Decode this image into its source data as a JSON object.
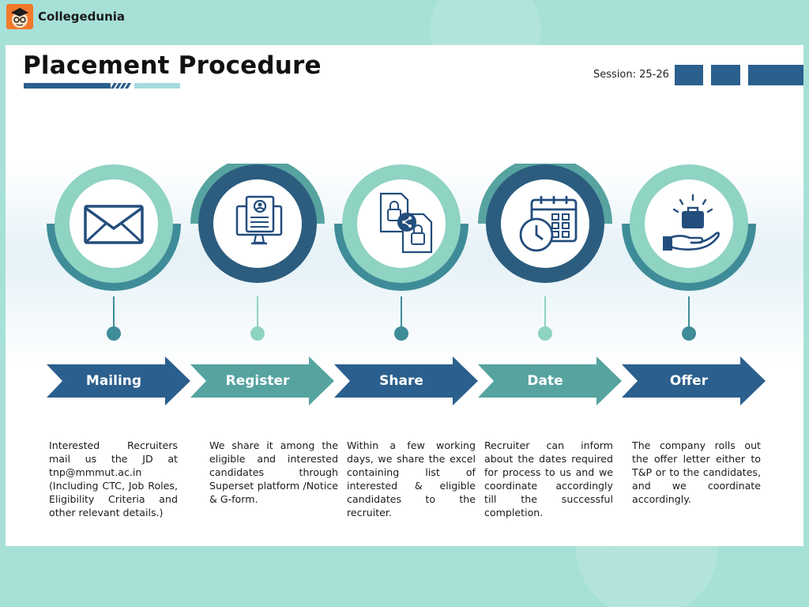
{
  "brand": {
    "name": "Collegedunia"
  },
  "header": {
    "title": "Placement Procedure",
    "session": "Session: 25-26"
  },
  "colors": {
    "navy": "#2b5f8d",
    "teal": "#56a3a0",
    "mint": "#8fd3c2",
    "ring_dark": "#3f8c99",
    "background": "#a6e0d6"
  },
  "steps": [
    {
      "label": "Mailing",
      "icon": "envelope-icon",
      "desc": "Interested Recruiters mail us the JD at tnp@mmmut.ac.in (Including CTC, Job Roles, Eligibility Criteria and other relevant details.)"
    },
    {
      "label": "Register",
      "icon": "form-monitor-icon",
      "desc": "We share it among the eligible and interested candidates through Superset platform /Notice & G-form."
    },
    {
      "label": "Share",
      "icon": "share-files-icon",
      "desc": "Within a few working days, we share the excel containing list of interested & eligible candidates to the recruiter."
    },
    {
      "label": "Date",
      "icon": "calendar-clock-icon",
      "desc": "Recruiter can inform about the dates required for process to us and we coordinate accordingly till the successful completion."
    },
    {
      "label": "Offer",
      "icon": "hand-briefcase-icon",
      "desc": "The company rolls out the offer letter either to T&P or to the candidates, and we coordinate accordingly."
    }
  ]
}
